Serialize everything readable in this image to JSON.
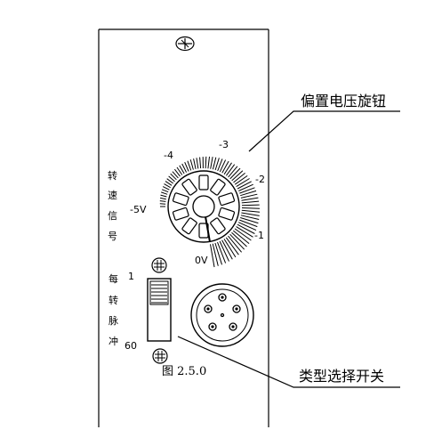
{
  "panel": {
    "knob_callout": "偏置电压旋钮",
    "switch_callout": "类型选择开关",
    "speed_signal_label": [
      "转",
      "速",
      "信",
      "号"
    ],
    "pulses_per_rev_label": [
      "每",
      "转",
      "脉",
      "冲"
    ],
    "switch_top_value": "1",
    "switch_bottom_value": "60",
    "figure_caption": "图 2.5.0"
  },
  "dial": {
    "scale_labels": [
      {
        "text": "-5V",
        "name": "scale-label-neg5v"
      },
      {
        "text": "-4",
        "name": "scale-label-neg4"
      },
      {
        "text": "-3",
        "name": "scale-label-neg3"
      },
      {
        "text": "-2",
        "name": "scale-label-neg2"
      },
      {
        "text": "-1",
        "name": "scale-label-neg1"
      },
      {
        "text": "0V",
        "name": "scale-label-0v"
      }
    ]
  },
  "colors": {
    "line": "#000000",
    "background": "#ffffff"
  },
  "icons": [
    "screw-icon",
    "connector-icon",
    "knob-icon",
    "toggle-switch-icon"
  ]
}
